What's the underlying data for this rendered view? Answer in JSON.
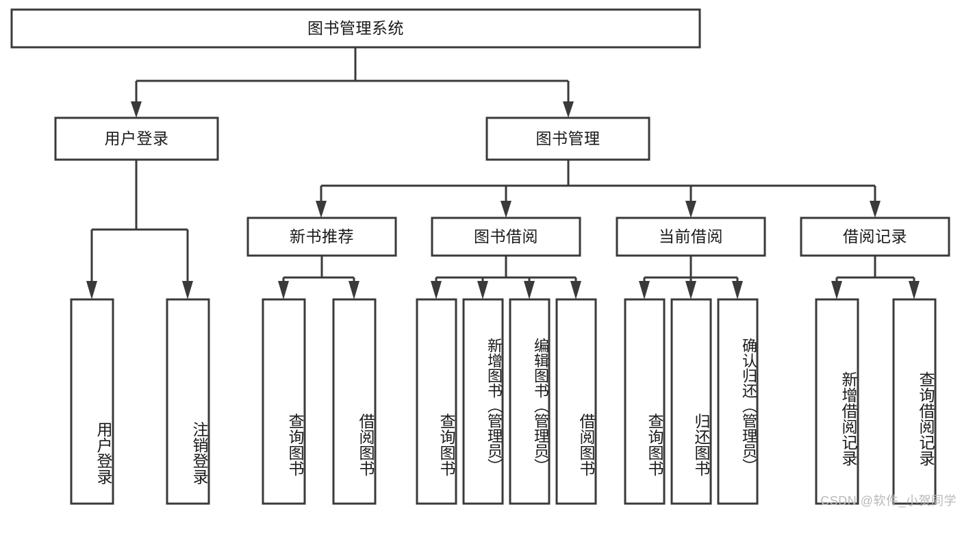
{
  "diagram": {
    "type": "tree",
    "title": "图书管理系统",
    "root": {
      "label": "图书管理系统",
      "level": 1
    },
    "level2": [
      {
        "label": "用户登录"
      },
      {
        "label": "图书管理"
      }
    ],
    "level3": [
      {
        "label": "新书推荐"
      },
      {
        "label": "图书借阅"
      },
      {
        "label": "当前借阅"
      },
      {
        "label": "借阅记录"
      }
    ],
    "leaves": {
      "user_login": [
        "用户登录",
        "注销登录"
      ],
      "new_book": [
        "查询图书",
        "借阅图书"
      ],
      "book_borrow": [
        "查询图书",
        "新增图书（管理员）",
        "编辑图书（管理员）",
        "借阅图书"
      ],
      "current_borrow": [
        "查询图书",
        "归还图书",
        "确认归还（管理员）"
      ],
      "borrow_record": [
        "新增借阅记录",
        "查询借阅记录"
      ]
    },
    "colors": {
      "stroke": "#3a3a3a",
      "fill": "#ffffff",
      "text": "#1a1a1a",
      "watermark": "#b9b9b9"
    }
  },
  "watermark": {
    "text": "CSDN @软件_小贺同学"
  }
}
